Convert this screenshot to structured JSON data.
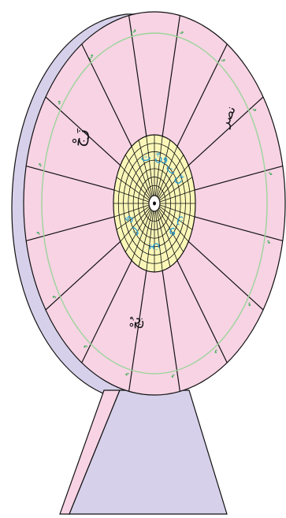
{
  "colors": {
    "wheel_fill": "#f7d3e4",
    "side_fill": "#d6d0ea",
    "hub_fill": "#fbf7b8",
    "ring_line": "#9cd49a",
    "outer_mark": "#1aa53a",
    "inner_mark": "#1e9bd6",
    "stroke": "#111111"
  },
  "outer_labels": [
    {
      "sector": 0,
      "text": "ٌ'"
    },
    {
      "sector": 1,
      "text": "ٌ'"
    },
    {
      "sector": 2,
      "text": "ٌ"
    },
    {
      "sector": 3,
      "text": "ٌ"
    },
    {
      "sector": 4,
      "text": "ٌ"
    },
    {
      "sector": 5,
      "text": "ٌ"
    },
    {
      "sector": 6,
      "text": "ٌ"
    },
    {
      "sector": 7,
      "text": "ٌ"
    },
    {
      "sector": 8,
      "text": "ٌ"
    },
    {
      "sector": 9,
      "text": "ٌ"
    },
    {
      "sector": 10,
      "text": "ٌ"
    },
    {
      "sector": 11,
      "text": "ٌ"
    },
    {
      "sector": 12,
      "text": "ٌ"
    },
    {
      "sector": 13,
      "text": "ٌ"
    },
    {
      "sector": 14,
      "text": "ٌ"
    },
    {
      "sector": 15,
      "text": "ٌ"
    }
  ],
  "words": {
    "right_word": "نصر",
    "left_word": "زَجْ",
    "bottom_word": "بُجْ"
  },
  "inner_labels": [
    "ونّ ت",
    "نّ ت",
    "ي ت",
    "ين",
    "ي ت"
  ]
}
